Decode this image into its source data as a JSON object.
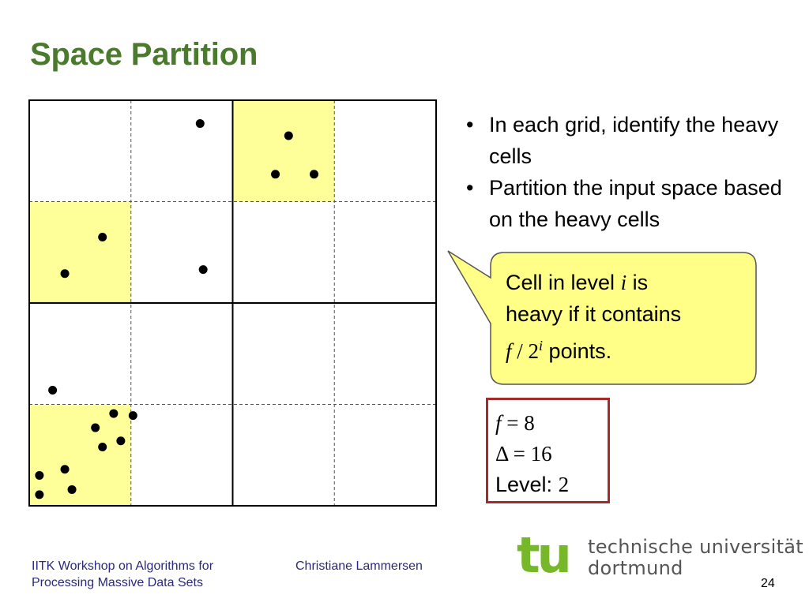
{
  "title": "Space Partition",
  "grid": {
    "columns": 4,
    "rows": 4,
    "highlight_color": "#ffff99",
    "heavy_cells": [
      [
        2,
        0
      ],
      [
        0,
        1
      ],
      [
        0,
        3
      ]
    ],
    "points": [
      [
        1.68,
        0.23
      ],
      [
        2.55,
        0.35
      ],
      [
        2.42,
        0.73
      ],
      [
        2.8,
        0.73
      ],
      [
        0.72,
        1.35
      ],
      [
        0.35,
        1.71
      ],
      [
        1.71,
        1.67
      ],
      [
        0.23,
        2.86
      ],
      [
        0.83,
        3.09
      ],
      [
        1.02,
        3.11
      ],
      [
        0.65,
        3.23
      ],
      [
        0.72,
        3.42
      ],
      [
        0.9,
        3.36
      ],
      [
        0.35,
        3.64
      ],
      [
        0.1,
        3.7
      ],
      [
        0.42,
        3.84
      ],
      [
        0.1,
        3.89
      ]
    ]
  },
  "bullets": [
    {
      "marker": "•",
      "text": "In each grid, identify the heavy cells"
    },
    {
      "marker": "•",
      "text": "Partition the input space based on the heavy cells"
    }
  ],
  "callout": {
    "fill_color": "#ffff88",
    "line1_pre": "Cell in level ",
    "line1_var": "i",
    "line1_post": " is",
    "line2": "heavy if it contains",
    "line3_f": "f",
    "line3_slash": " / 2",
    "line3_sup": "i",
    "line3_post": " points."
  },
  "params": {
    "f_var": "f",
    "f_eq": " = 8",
    "delta_sym": "Δ",
    "delta_eq": " = 16",
    "level_label": "Level: ",
    "level_value": "2",
    "border_color": "#a52a2a"
  },
  "footer": {
    "line1": "IITK Workshop on Algorithms for",
    "line2": "Processing Massive Data Sets",
    "author": "Christiane Lammersen",
    "page": "24"
  },
  "logo": {
    "mark": "tu",
    "line1": "technische universität",
    "line2": "dortmund",
    "color": "#77b82a"
  },
  "theme": {
    "title_color": "#4a7a2c",
    "footer_color": "#2a2a7a"
  }
}
